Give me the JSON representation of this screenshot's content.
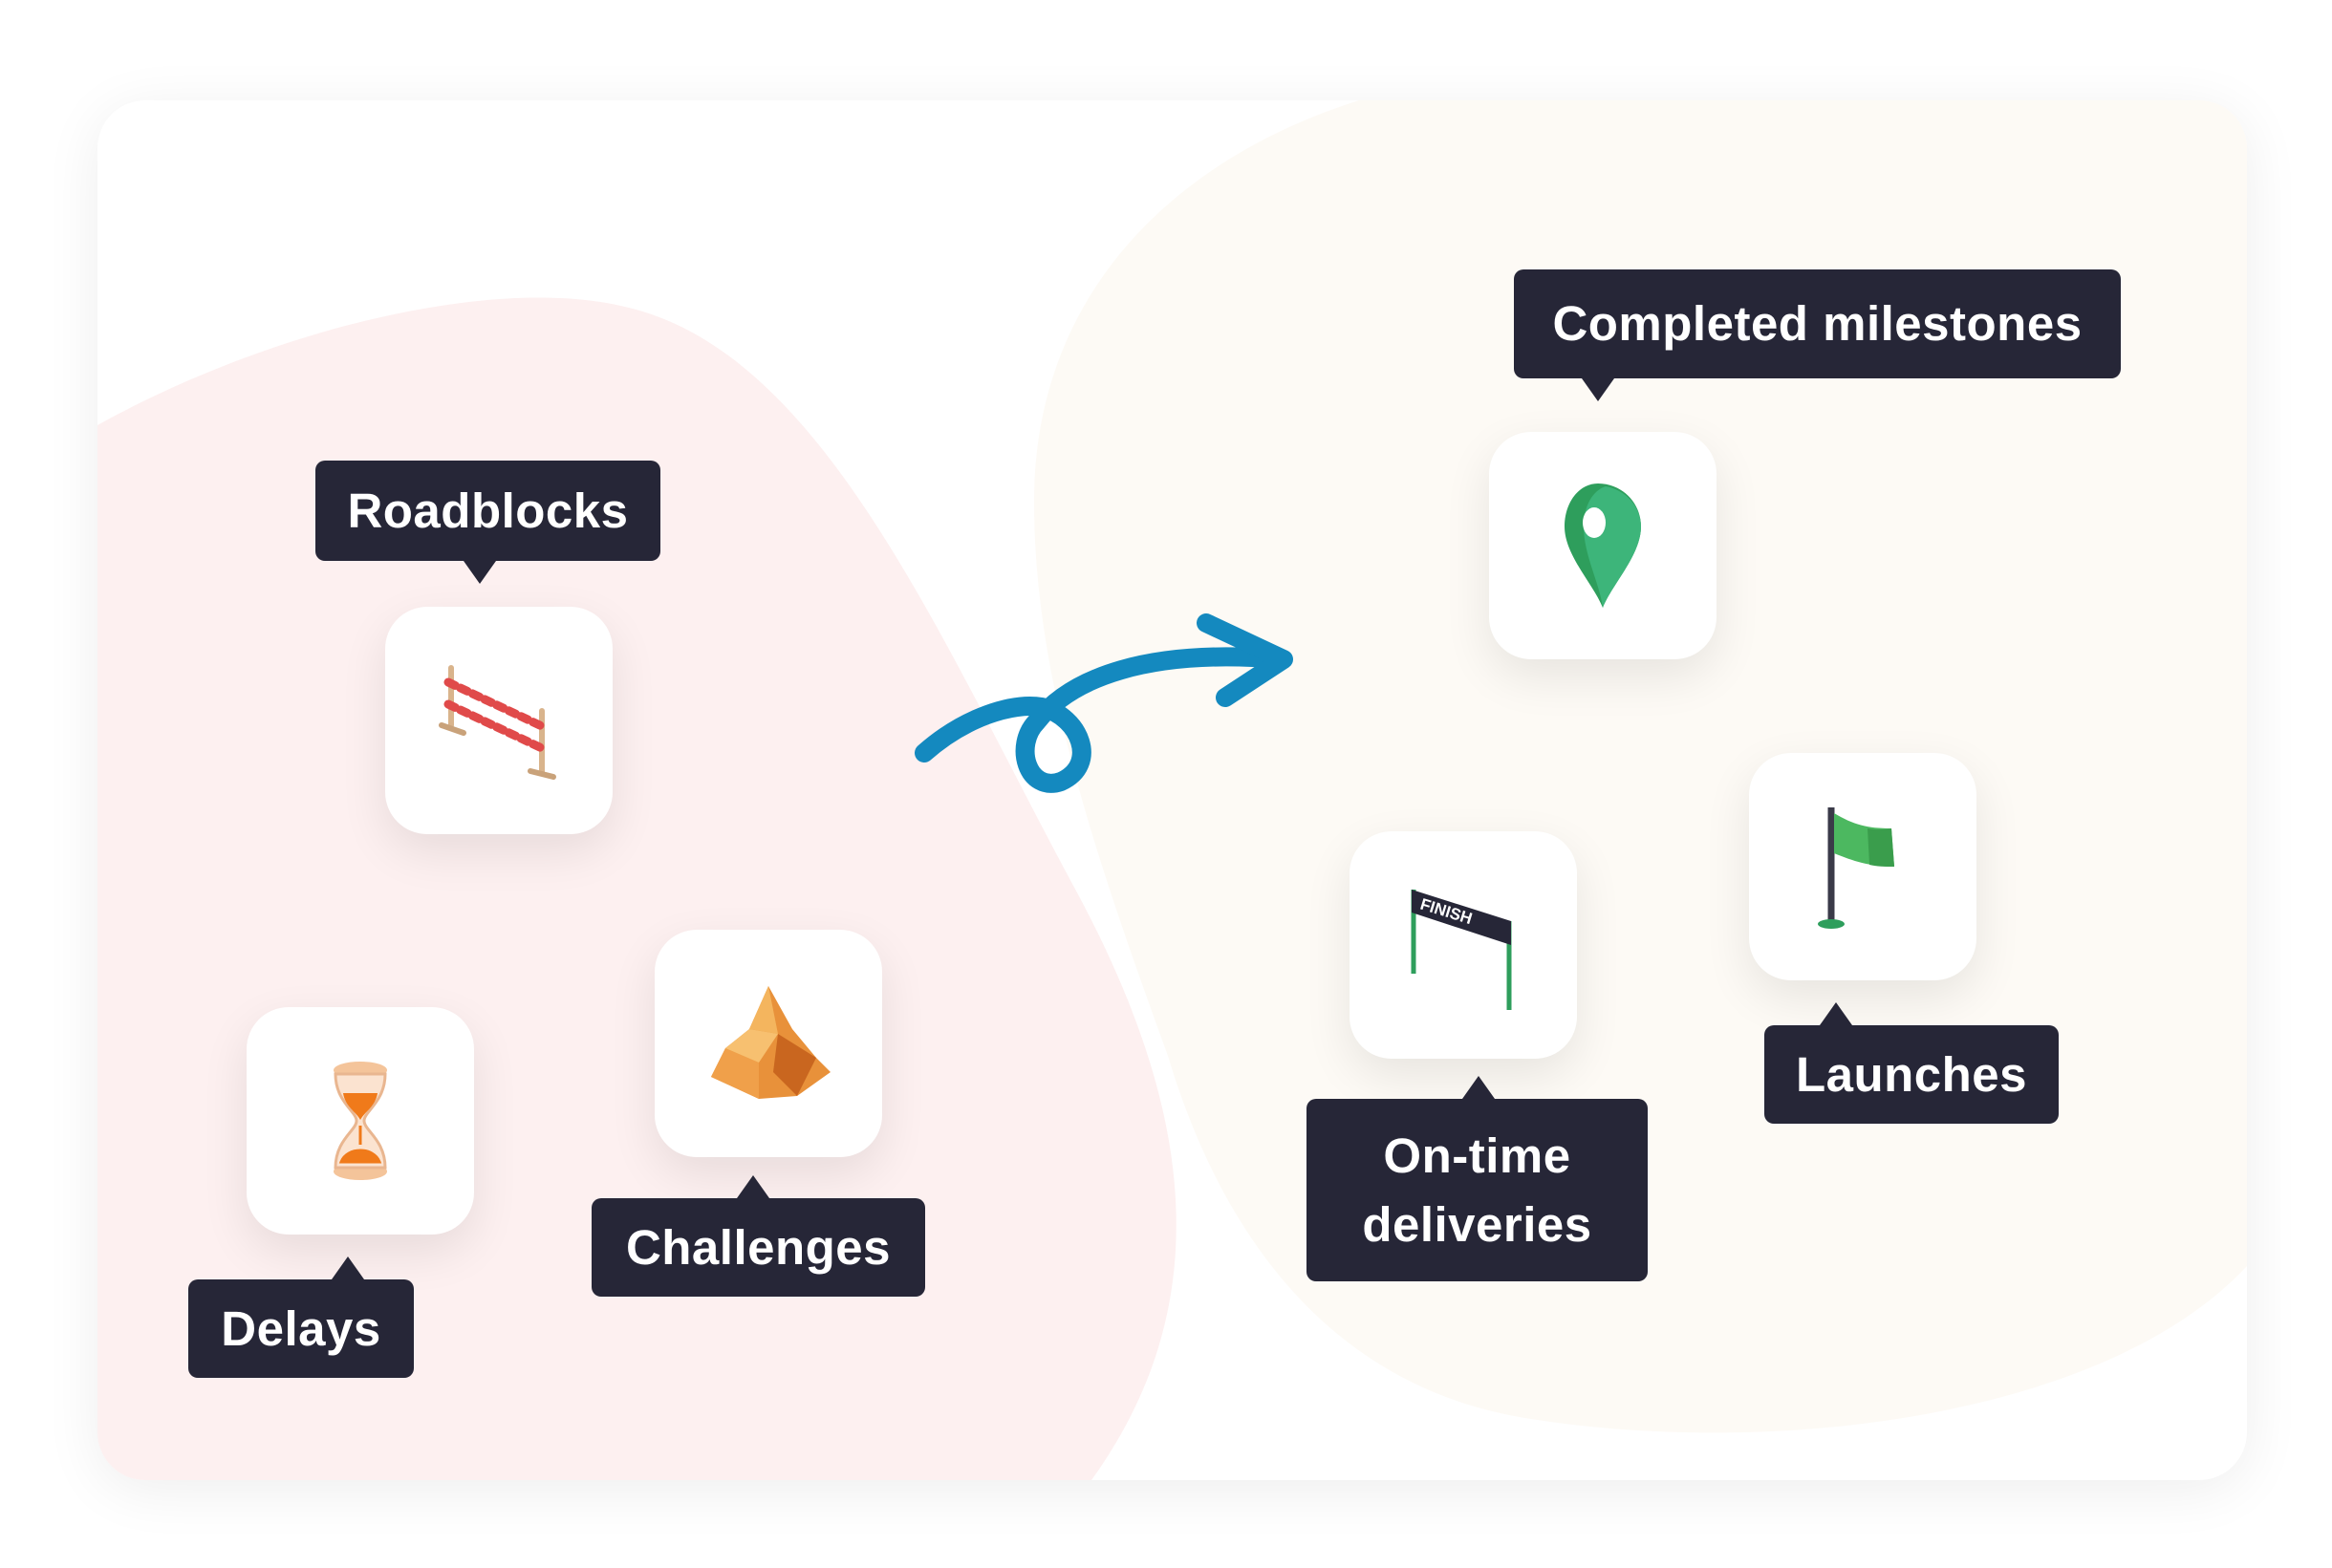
{
  "labels": {
    "roadblocks": "Roadblocks",
    "delays": "Delays",
    "challenges": "Challenges",
    "completed_milestones": "Completed milestones",
    "on_time_line1": "On-time",
    "on_time_line2": "deliveries",
    "launches": "Launches"
  },
  "icons": {
    "roadblocks": "road-barrier-icon",
    "delays": "hourglass-icon",
    "challenges": "rocks-icon",
    "completed_milestones": "map-pin-icon",
    "on_time_deliveries": "finish-line-icon",
    "launches": "green-flag-icon"
  },
  "finish_text": "FINISH",
  "colors": {
    "label_bg": "#262637",
    "arrow": "#1489bf",
    "negative_blob": "#fdf0f0",
    "positive_blob": "#fdfaf5"
  }
}
